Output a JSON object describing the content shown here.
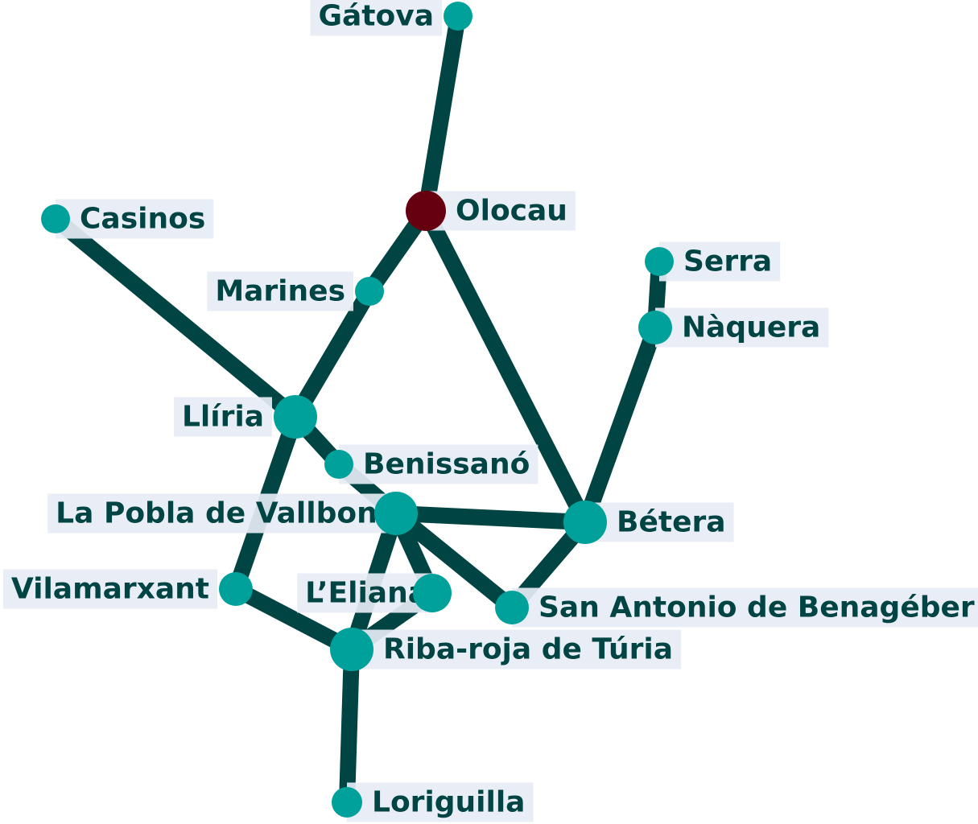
{
  "colors": {
    "edge": "#004443",
    "node": "#00A19A",
    "highlight": "#660011",
    "label_text": "#004443",
    "label_bg": "#E6EBF5"
  },
  "nodes": [
    {
      "id": "gatova",
      "name": "Gátova"
    },
    {
      "id": "olocau",
      "name": "Olocau",
      "highlight": true
    },
    {
      "id": "casinos",
      "name": "Casinos"
    },
    {
      "id": "marines",
      "name": "Marines"
    },
    {
      "id": "serra",
      "name": "Serra"
    },
    {
      "id": "naquera",
      "name": "Nàquera"
    },
    {
      "id": "lliria",
      "name": "Llíria"
    },
    {
      "id": "benissano",
      "name": "Benissanó"
    },
    {
      "id": "pobla",
      "name": "La Pobla de Vallbona"
    },
    {
      "id": "betera",
      "name": "Bétera"
    },
    {
      "id": "vilamarxant",
      "name": "Vilamarxant"
    },
    {
      "id": "leliana",
      "name": "L’Eliana"
    },
    {
      "id": "sanantonio",
      "name": "San Antonio de Benagéber"
    },
    {
      "id": "ribaroja",
      "name": "Riba-roja de Túria"
    },
    {
      "id": "loriguilla",
      "name": "Loriguilla"
    }
  ],
  "edges": [
    [
      "gatova",
      "olocau"
    ],
    [
      "olocau",
      "marines"
    ],
    [
      "olocau",
      "betera"
    ],
    [
      "casinos",
      "lliria"
    ],
    [
      "marines",
      "lliria"
    ],
    [
      "serra",
      "naquera"
    ],
    [
      "naquera",
      "betera"
    ],
    [
      "lliria",
      "benissano"
    ],
    [
      "benissano",
      "pobla"
    ],
    [
      "lliria",
      "vilamarxant"
    ],
    [
      "pobla",
      "betera"
    ],
    [
      "pobla",
      "leliana"
    ],
    [
      "pobla",
      "ribaroja"
    ],
    [
      "pobla",
      "sanantonio"
    ],
    [
      "betera",
      "sanantonio"
    ],
    [
      "vilamarxant",
      "ribaroja"
    ],
    [
      "leliana",
      "ribaroja"
    ],
    [
      "ribaroja",
      "loriguilla"
    ]
  ]
}
